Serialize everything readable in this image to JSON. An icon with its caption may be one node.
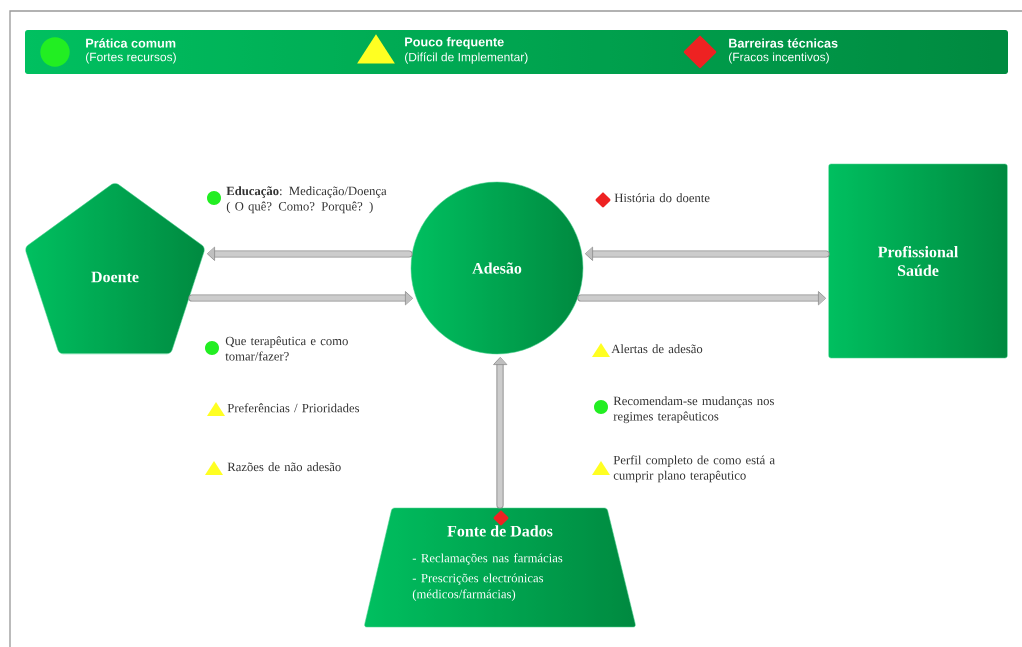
{
  "diagram": {
    "nodes": [
      {
        "text": [
          "Doente"
        ]
      },
      {
        "text": [
          "Adesão"
        ]
      },
      {
        "text": [
          "Profissional Saúde"
        ]
      },
      {
        "text": [
          "Fonte de Dados",
          "- Reclamações nas farmácias",
          "- Prescrições electrónicas (médicos/farmácias)"
        ]
      }
    ],
    "edges": [
      {
        "from": 1,
        "to": 0,
        "arrow": "to"
      },
      {
        "from": 0,
        "to": 1,
        "arrow": "to"
      },
      {
        "from": 2,
        "to": 1,
        "arrow": "to"
      },
      {
        "from": 1,
        "to": 2,
        "arrow": "to"
      },
      {
        "from": 3,
        "to": 1,
        "arrow": "to"
      }
    ],
    "labels": [
      "(Fortes recursos)",
      "(Difícil de Implementar)",
      "(Fracos incentivos)",
      "**Educação**: Medicação/Doença ( O quê? Como? Porquê? )",
      "História do doente",
      "Que terapêutica e como tomar/fazer?",
      "Alertas de adesão",
      "Preferências / Prioridades",
      "Recomendam-se mudanças nos regimes terapêuticos",
      "Razões de não adesão",
      "Perfil completo de como está a cumprir plano terapêutico"
    ],
    "legend": [
      {
        "text": "Prática comum"
      },
      {
        "text": "Pouco frequente"
      },
      {
        "text": "Barreiras técnicas"
      }
    ]
  }
}
